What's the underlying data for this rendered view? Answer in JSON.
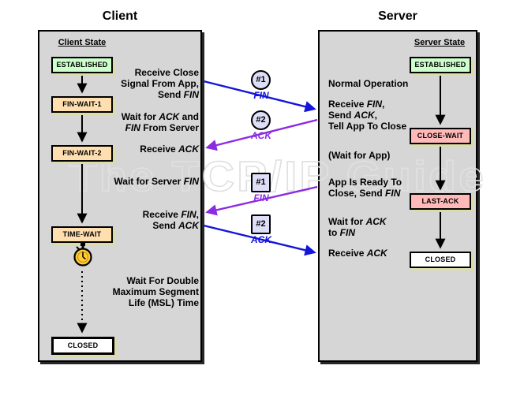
{
  "watermark": "The TCP/IP Guide",
  "colors": {
    "fin_ack_blue": "#1414DC",
    "fin_ack_purple": "#8B2BE2",
    "panel_gray": "#D6D6D6",
    "established_green": "#CCFFCC",
    "client_wait_peach": "#FFDFB0",
    "server_wait_pink": "#FFB9B9",
    "closed_white": "#FFFFFF",
    "badge_lavender": "#DEDEF8",
    "shadow_khaki": "#DCDCA8"
  },
  "client": {
    "title": "Client",
    "state_heading": "Client State",
    "states": {
      "established": "ESTABLISHED",
      "fin_wait_1": "FIN-WAIT-1",
      "fin_wait_2": "FIN-WAIT-2",
      "time_wait": "TIME-WAIT",
      "closed": "CLOSED"
    },
    "annotations": {
      "receive_close": [
        [
          {
            "t": "Receive Close"
          }
        ],
        [
          {
            "t": "Signal From App,"
          }
        ],
        [
          {
            "t": "Send "
          },
          {
            "t": "FIN",
            "i": true
          }
        ]
      ],
      "wait_ack_fin": [
        [
          {
            "t": "Wait for "
          },
          {
            "t": "ACK",
            "i": true
          },
          {
            "t": " and"
          }
        ],
        [
          {
            "t": "FIN",
            "i": true
          },
          {
            "t": " From Server"
          }
        ]
      ],
      "receive_ack": [
        [
          {
            "t": "Receive "
          },
          {
            "t": "ACK",
            "i": true
          }
        ]
      ],
      "wait_server_fin": [
        [
          {
            "t": "Wait for Server "
          },
          {
            "t": "FIN",
            "i": true
          }
        ]
      ],
      "receive_fin_send_ack": [
        [
          {
            "t": "Receive "
          },
          {
            "t": "FIN",
            "i": true
          },
          {
            "t": ","
          }
        ],
        [
          {
            "t": "Send "
          },
          {
            "t": "ACK",
            "i": true
          }
        ]
      ],
      "wait_msl": [
        [
          {
            "t": "Wait For Double"
          }
        ],
        [
          {
            "t": "Maximum Segment"
          }
        ],
        [
          {
            "t": "Life (MSL) Time"
          }
        ]
      ]
    }
  },
  "server": {
    "title": "Server",
    "state_heading": "Server State",
    "states": {
      "established": "ESTABLISHED",
      "close_wait": "CLOSE-WAIT",
      "last_ack": "LAST-ACK",
      "closed": "CLOSED"
    },
    "annotations": {
      "normal_operation": [
        [
          {
            "t": "Normal Operation"
          }
        ]
      ],
      "receive_fin_send_ack": [
        [
          {
            "t": "Receive "
          },
          {
            "t": "FIN",
            "i": true
          },
          {
            "t": ","
          }
        ],
        [
          {
            "t": "Send "
          },
          {
            "t": "ACK",
            "i": true
          },
          {
            "t": ","
          }
        ],
        [
          {
            "t": "Tell App To Close"
          }
        ]
      ],
      "wait_for_app": [
        [
          {
            "t": "(Wait for App)"
          }
        ]
      ],
      "app_ready": [
        [
          {
            "t": "App Is Ready To"
          }
        ],
        [
          {
            "t": "Close, Send "
          },
          {
            "t": "FIN",
            "i": true
          }
        ]
      ],
      "wait_ack_to_fin": [
        [
          {
            "t": "Wait for "
          },
          {
            "t": "ACK",
            "i": true
          }
        ],
        [
          {
            "t": "to "
          },
          {
            "t": "FIN",
            "i": true
          }
        ]
      ],
      "receive_ack": [
        [
          {
            "t": "Receive "
          },
          {
            "t": "ACK",
            "i": true
          }
        ]
      ]
    }
  },
  "messages": [
    {
      "badge": "#1",
      "label": "FIN",
      "shape": "circle",
      "direction": "client-to-server",
      "color": "blue"
    },
    {
      "badge": "#2",
      "label": "ACK",
      "shape": "circle",
      "direction": "server-to-client",
      "color": "purple"
    },
    {
      "badge": "#1",
      "label": "FIN",
      "shape": "square",
      "direction": "server-to-client",
      "color": "purple"
    },
    {
      "badge": "#2",
      "label": "ACK",
      "shape": "square",
      "direction": "client-to-server",
      "color": "blue"
    }
  ]
}
